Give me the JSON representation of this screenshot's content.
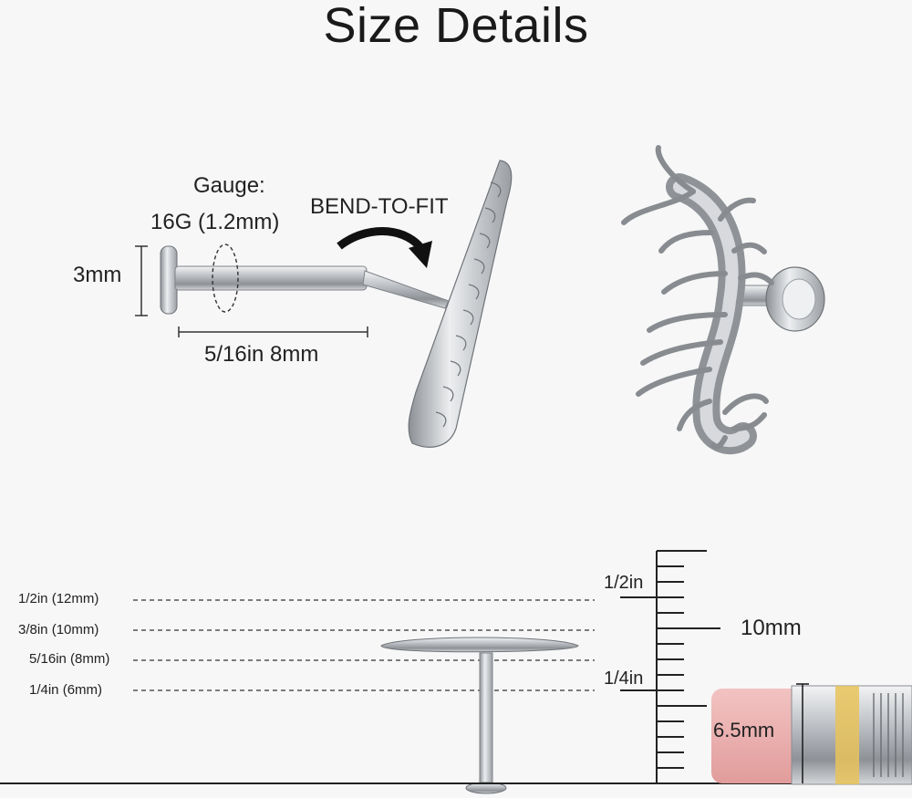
{
  "title": "Size Details",
  "diagram": {
    "gauge_label": "Gauge:",
    "gauge_value": "16G (1.2mm)",
    "disc_height": "3mm",
    "bar_length": "5/16in 8mm",
    "bend_label": "BEND-TO-FIT"
  },
  "comparison": {
    "heights": [
      "1/2in (12mm)",
      "3/8in (10mm)",
      "5/16in (8mm)",
      "1/4in (6mm)"
    ],
    "ruler_half": "1/2in",
    "ruler_quarter": "1/4in",
    "ruler_span": "10mm",
    "eraser_size": "6.5mm"
  },
  "colors": {
    "text": "#1a1a1a",
    "metal": "#a9adb2",
    "eraser": "#e8a9a8",
    "band": "#e8c35a"
  }
}
